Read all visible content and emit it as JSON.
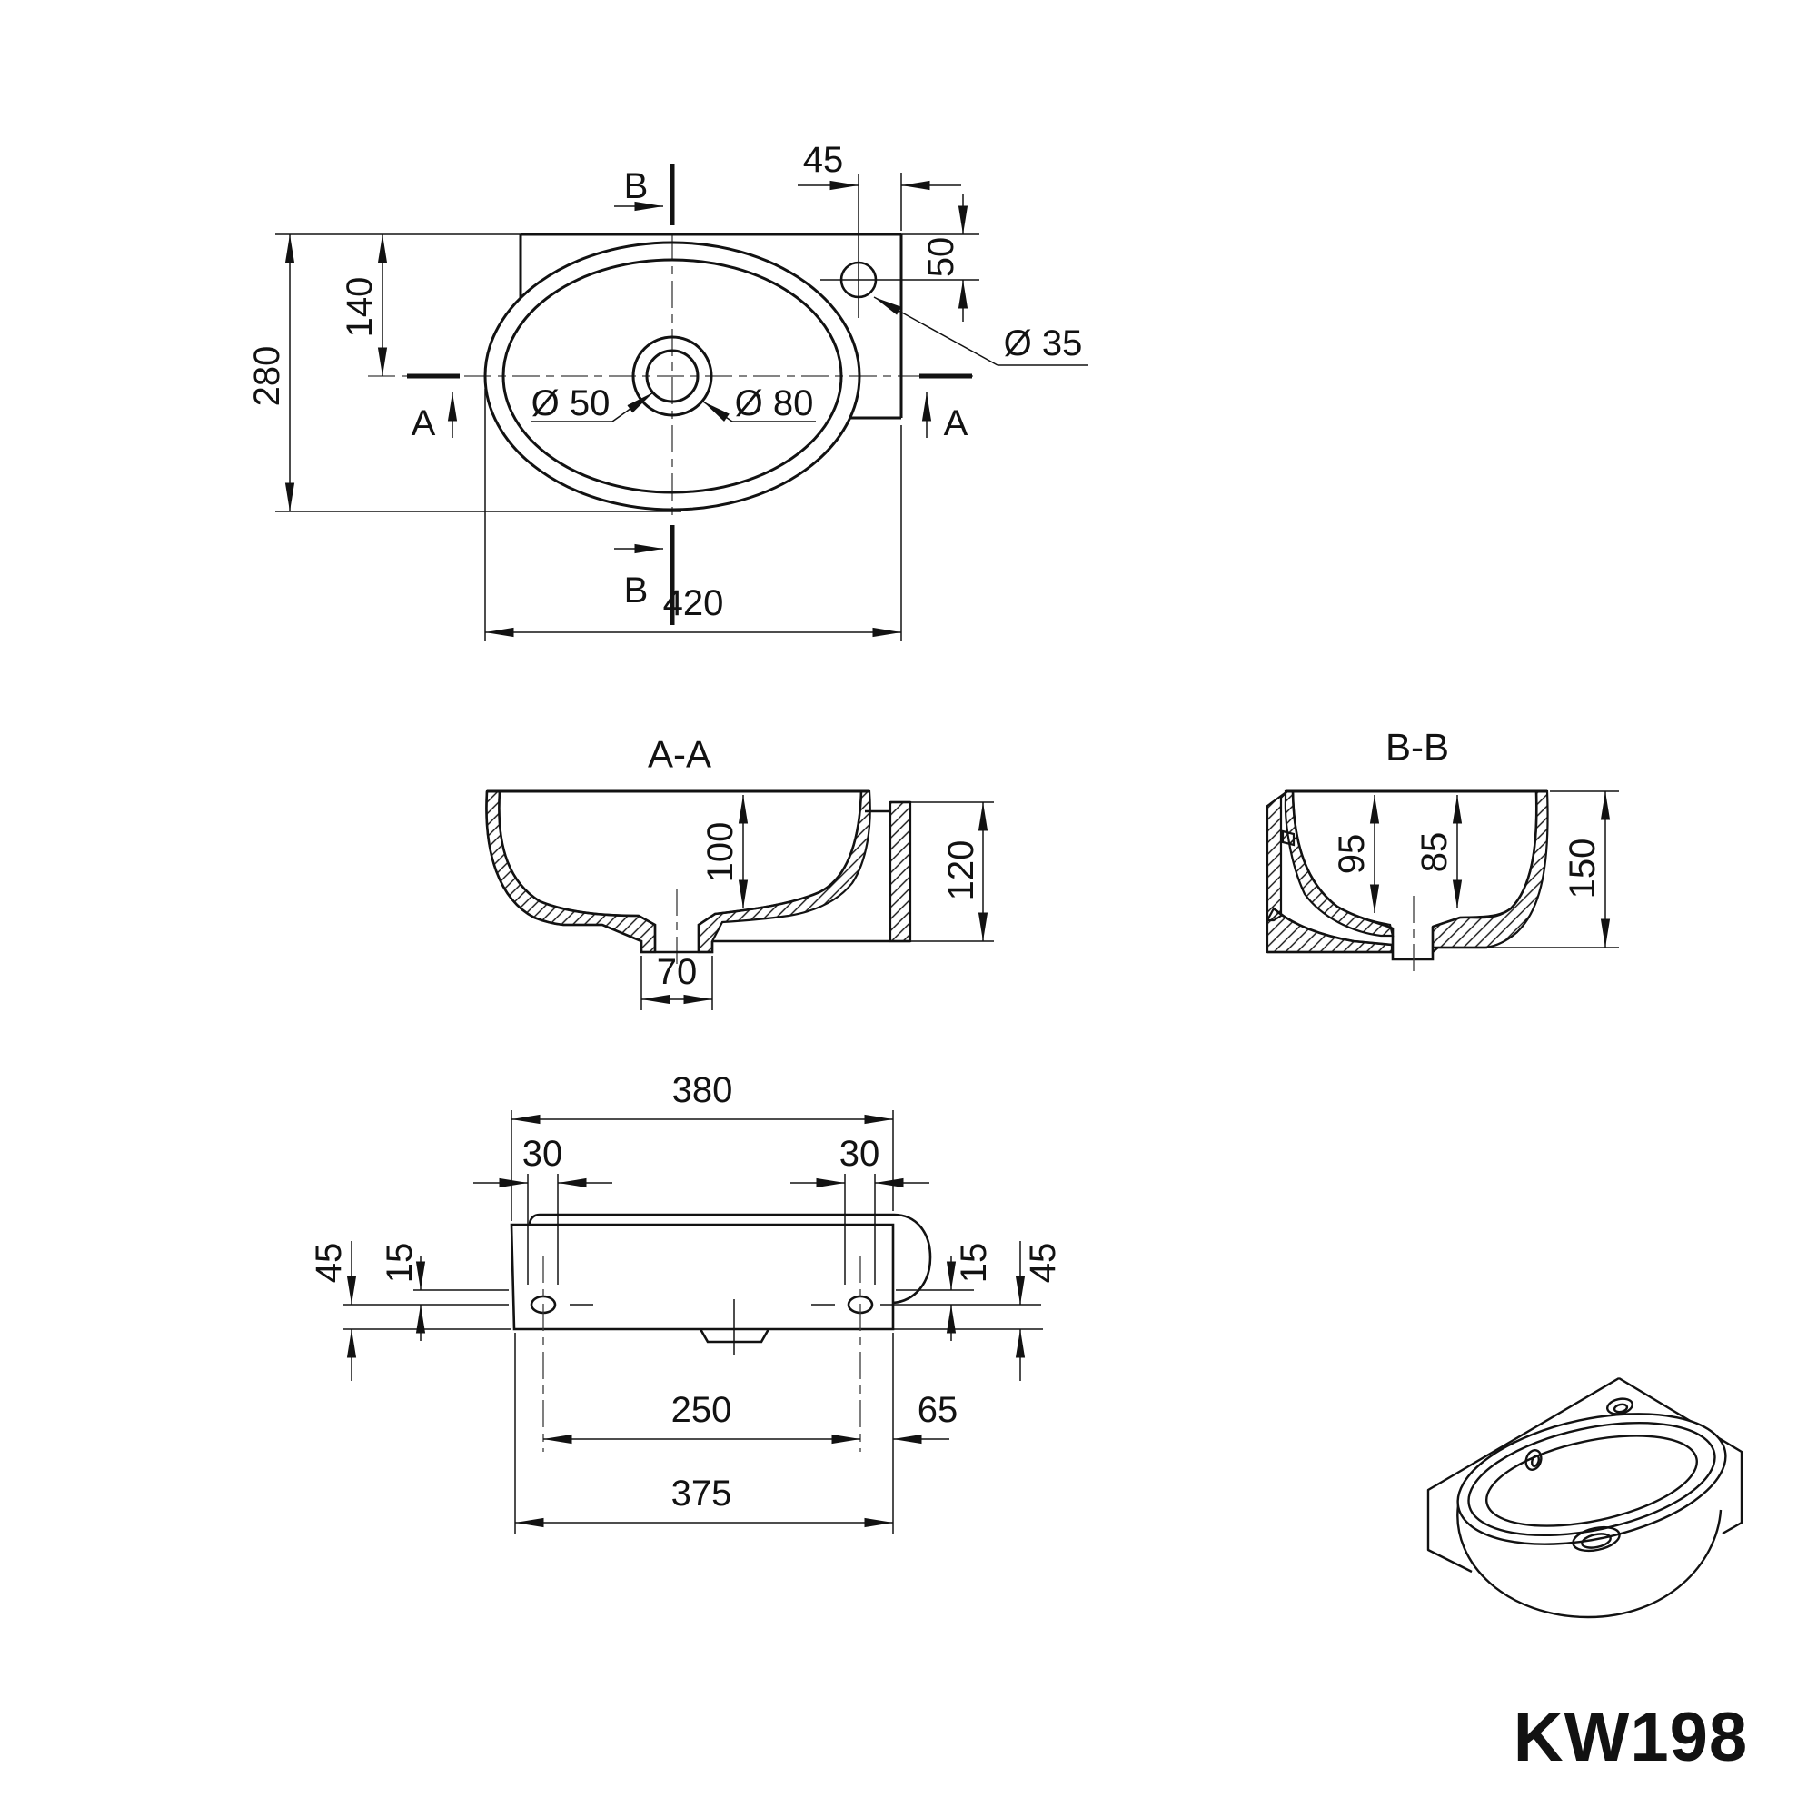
{
  "model_label": "KW198",
  "plan": {
    "marker_b_top": "B",
    "marker_b_bottom": "B",
    "marker_a_left": "A",
    "marker_a_right": "A",
    "dim_45": "45",
    "dim_50": "50",
    "dim_tap_hole": "Ø 35",
    "dim_140": "140",
    "dim_280": "280",
    "dim_drain_inner": "Ø 50",
    "dim_drain_outer": "Ø 80",
    "dim_420": "420"
  },
  "section_aa": {
    "title": "A-A",
    "dim_100": "100",
    "dim_120": "120",
    "dim_70": "70"
  },
  "section_bb": {
    "title": "B-B",
    "dim_95": "95",
    "dim_85": "85",
    "dim_150": "150"
  },
  "rear": {
    "dim_380": "380",
    "dim_30_left": "30",
    "dim_30_right": "30",
    "dim_45_left": "45",
    "dim_15_left": "15",
    "dim_15_right": "15",
    "dim_45_right": "45",
    "dim_250": "250",
    "dim_65": "65",
    "dim_375": "375"
  }
}
